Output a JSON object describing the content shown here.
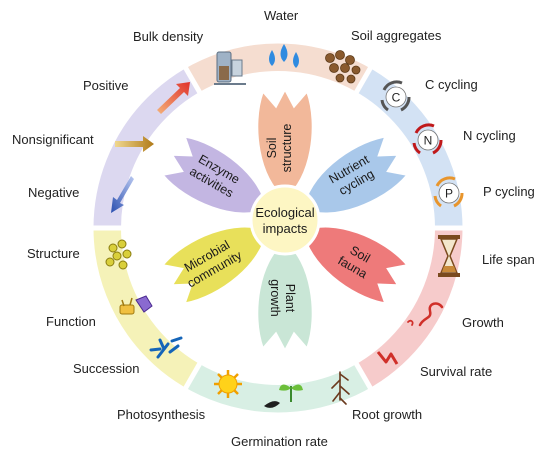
{
  "center": {
    "line1": "Ecological",
    "line2": "impacts"
  },
  "petals": {
    "soil_structure": {
      "line1": "Soil",
      "line2": "structure",
      "color": "#f2b89a"
    },
    "nutrient_cycling": {
      "line1": "Nutrient",
      "line2": "cycling",
      "color": "#a9c8ea"
    },
    "soil_fauna": {
      "line1": "Soil",
      "line2": "fauna",
      "color": "#ee7a7a"
    },
    "plant_growth": {
      "line1": "Plant",
      "line2": "growth",
      "color": "#c9e6d6"
    },
    "microbial_community": {
      "line1": "Microbial",
      "line2": "community",
      "color": "#e8e05a"
    },
    "enzyme_activities": {
      "line1": "Enzyme",
      "line2": "activities",
      "color": "#c3b6e2"
    }
  },
  "ring_segments": {
    "soil_structure": "#f5ddd0",
    "nutrient_cycling": "#d3e2f4",
    "soil_fauna": "#f6cbcb",
    "plant_growth": "#d8efe4",
    "microbial_community": "#f5f2b8",
    "enzyme_activities": "#dcd8f0"
  },
  "labels": {
    "water": "Water",
    "bulk_density": "Bulk density",
    "soil_aggregates": "Soil aggregates",
    "positive": "Positive",
    "c_cycling": "C cycling",
    "nonsignificant": "Nonsignificant",
    "n_cycling": "N cycling",
    "negative": "Negative",
    "p_cycling": "P cycling",
    "structure": "Structure",
    "life_span": "Life span",
    "function": "Function",
    "growth": "Growth",
    "succession": "Succession",
    "survival_rate": "Survival rate",
    "photosynthesis": "Photosynthesis",
    "root_growth": "Root growth",
    "germination_rate": "Germination rate"
  },
  "icon_letters": {
    "c": "C",
    "n": "N",
    "p": "P"
  }
}
